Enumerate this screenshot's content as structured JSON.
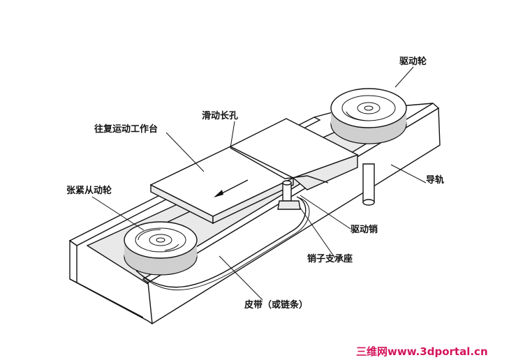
{
  "labels": {
    "drive_wheel": "驱动轮",
    "slot": "滑动长孔",
    "worktable": "往复运动工作台",
    "guide_rail": "导轨",
    "tension_wheel": "张紧从动轮",
    "drive_pin": "驱动销",
    "pin_seat": "销子支承座",
    "belt": "皮带（或链条）"
  },
  "watermark": "三维网www.3dportal.cn"
}
